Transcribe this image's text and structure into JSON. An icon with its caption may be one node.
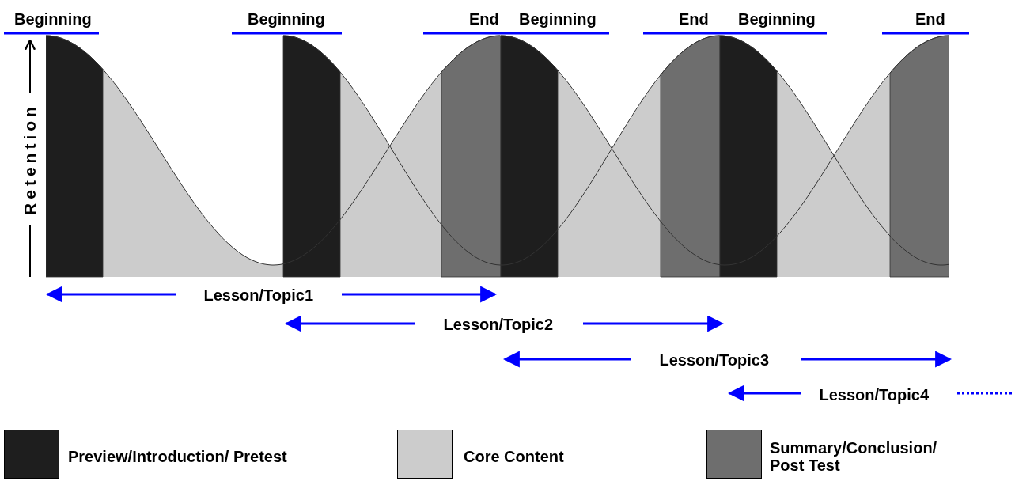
{
  "diagram": {
    "labels": [
      "Beginning",
      "Beginning",
      "End",
      "Beginning",
      "End",
      "Beginning",
      "End",
      "Retention",
      "Lesson/Topic1",
      "Lesson/Topic2",
      "Lesson/Topic3",
      "Lesson/Topic4"
    ],
    "legend": [
      {
        "text": "Preview/Introduction/ Pretest",
        "color": "#1e1e1e"
      },
      {
        "text": "Core Content",
        "color": "#cccccc"
      },
      {
        "text": "Summary/Conclusion/ Post Test",
        "color": "#6e6e6e"
      }
    ]
  }
}
